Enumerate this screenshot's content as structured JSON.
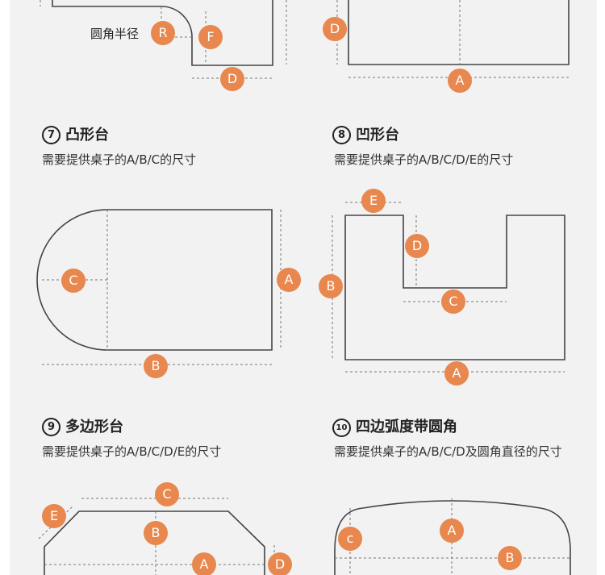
{
  "accent": "#e8874e",
  "top_left": {
    "radius_label": "圆角半径",
    "badges": {
      "r": "R",
      "f": "F",
      "d": "D"
    }
  },
  "top_right": {
    "badges": {
      "d": "D",
      "a": "A"
    }
  },
  "s7": {
    "num": "7",
    "title": "凸形台",
    "subtitle": "需要提供桌子的A/B/C的尺寸",
    "badges": {
      "a": "A",
      "b": "B",
      "c": "C"
    }
  },
  "s8": {
    "num": "8",
    "title": "凹形台",
    "subtitle": "需要提供桌子的A/B/C/D/E的尺寸",
    "badges": {
      "a": "A",
      "b": "B",
      "c": "C",
      "d": "D",
      "e": "E"
    }
  },
  "s9": {
    "num": "9",
    "title": "多边形台",
    "subtitle": "需要提供桌子的A/B/C/D/E的尺寸",
    "badges": {
      "a": "A",
      "b": "B",
      "c": "C",
      "d": "D",
      "e": "E"
    }
  },
  "s10": {
    "num": "10",
    "title": "四边弧度带圆角",
    "subtitle": "需要提供桌子的A/B/C/D及圆角直径的尺寸",
    "badges": {
      "a": "A",
      "b": "B",
      "c": "c"
    }
  }
}
